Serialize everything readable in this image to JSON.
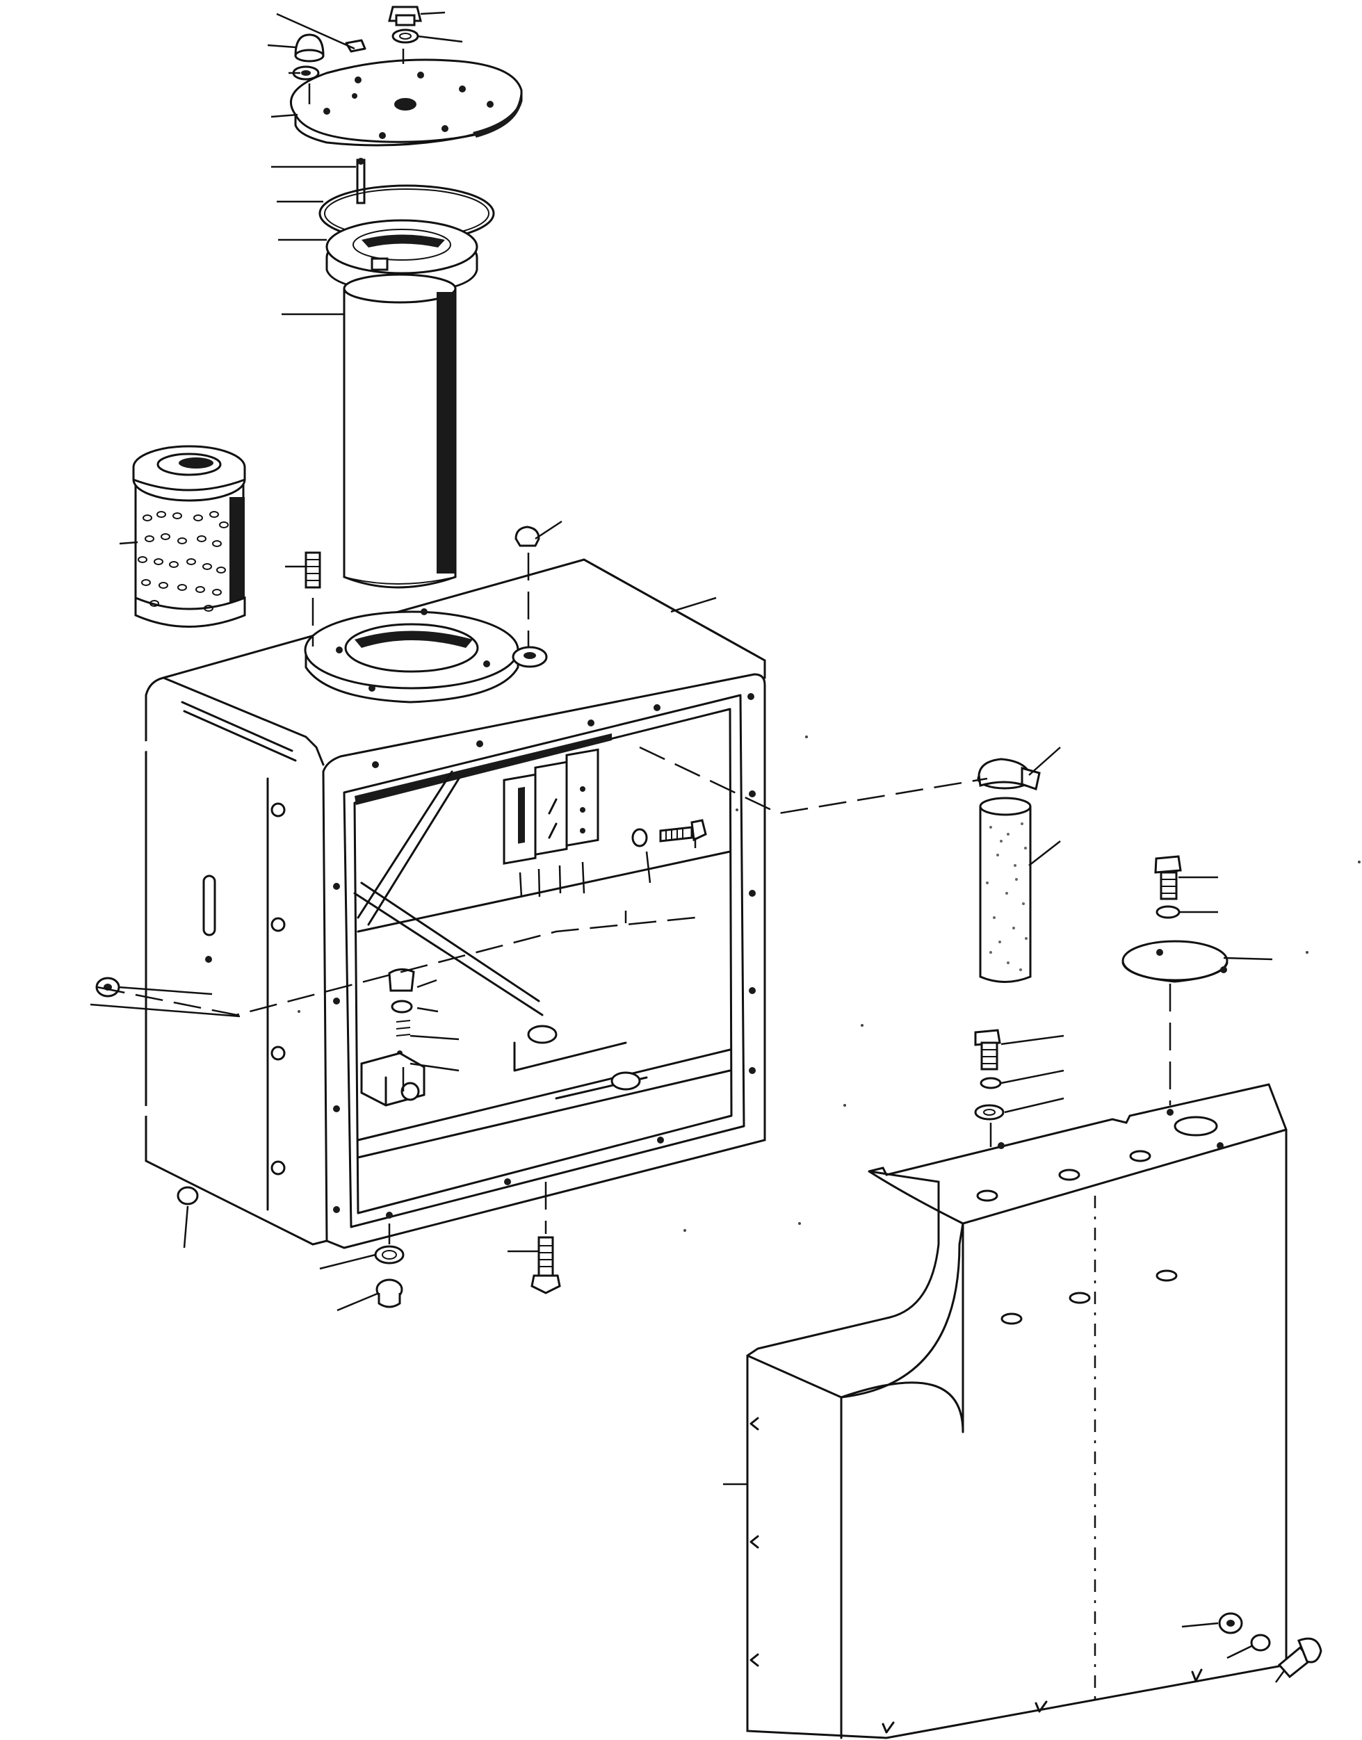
{
  "diagram": {
    "type": "exploded-parts-drawing",
    "parts": [
      "cap-screw-top",
      "lock-washer-top",
      "dome-nut",
      "clip",
      "washer-small",
      "cover-plate",
      "pin",
      "gasket-ring",
      "mounting-ring",
      "filler-tube",
      "strainer-element",
      "stud",
      "breather-cap",
      "tank-body",
      "flange-ring",
      "hose-clamp",
      "hose-tube",
      "sight-gauge-assembly",
      "side-plug-bolt",
      "drain-washer",
      "drain-plug",
      "bottom-bolt",
      "internal-block",
      "bracket-bolt",
      "handle-upper",
      "handle-lower",
      "side-plug",
      "access-cover-bolt",
      "access-cover-washer",
      "access-cover",
      "mount-bolt",
      "mount-lock-washer",
      "mount-flat-washer",
      "tank-guard",
      "guard-washer",
      "guard-lock-washer",
      "guard-bolt"
    ]
  }
}
